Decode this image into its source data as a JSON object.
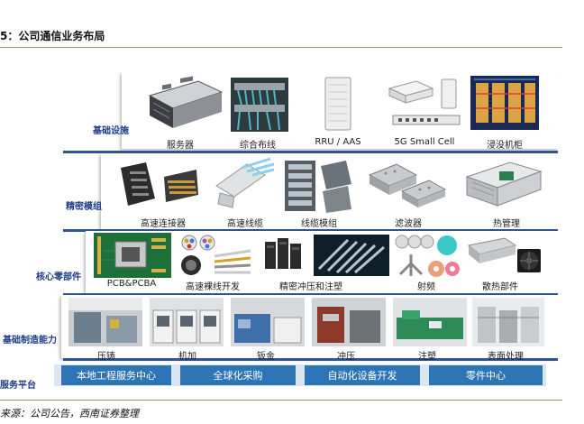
{
  "header": {
    "title": "5：公司通信业务布局"
  },
  "rows": [
    {
      "label": "基础设施",
      "items": [
        "服务器",
        "综合布线",
        "RRU / AAS",
        "5G Small Cell",
        "浸没机柜"
      ]
    },
    {
      "label": "精密模组",
      "items": [
        "高速连接器",
        "高速线缆",
        "线缆模组",
        "滤波器",
        "热管理"
      ]
    },
    {
      "label": "核心零部件",
      "items": [
        "PCB&PCBA",
        "高速裸线开发",
        "精密冲压和注塑",
        "射频",
        "散热部件"
      ]
    },
    {
      "label": "基础制造能力",
      "items": [
        "压铸",
        "机加",
        "钣金",
        "冲压",
        "注塑",
        "表面处理"
      ]
    }
  ],
  "platform": {
    "label": "服务平台",
    "items": [
      "本地工程服务中心",
      "全球化采购",
      "自动化设备开发",
      "零件中心"
    ]
  },
  "footer": {
    "source": "来源：公司公告，西南证券整理"
  }
}
